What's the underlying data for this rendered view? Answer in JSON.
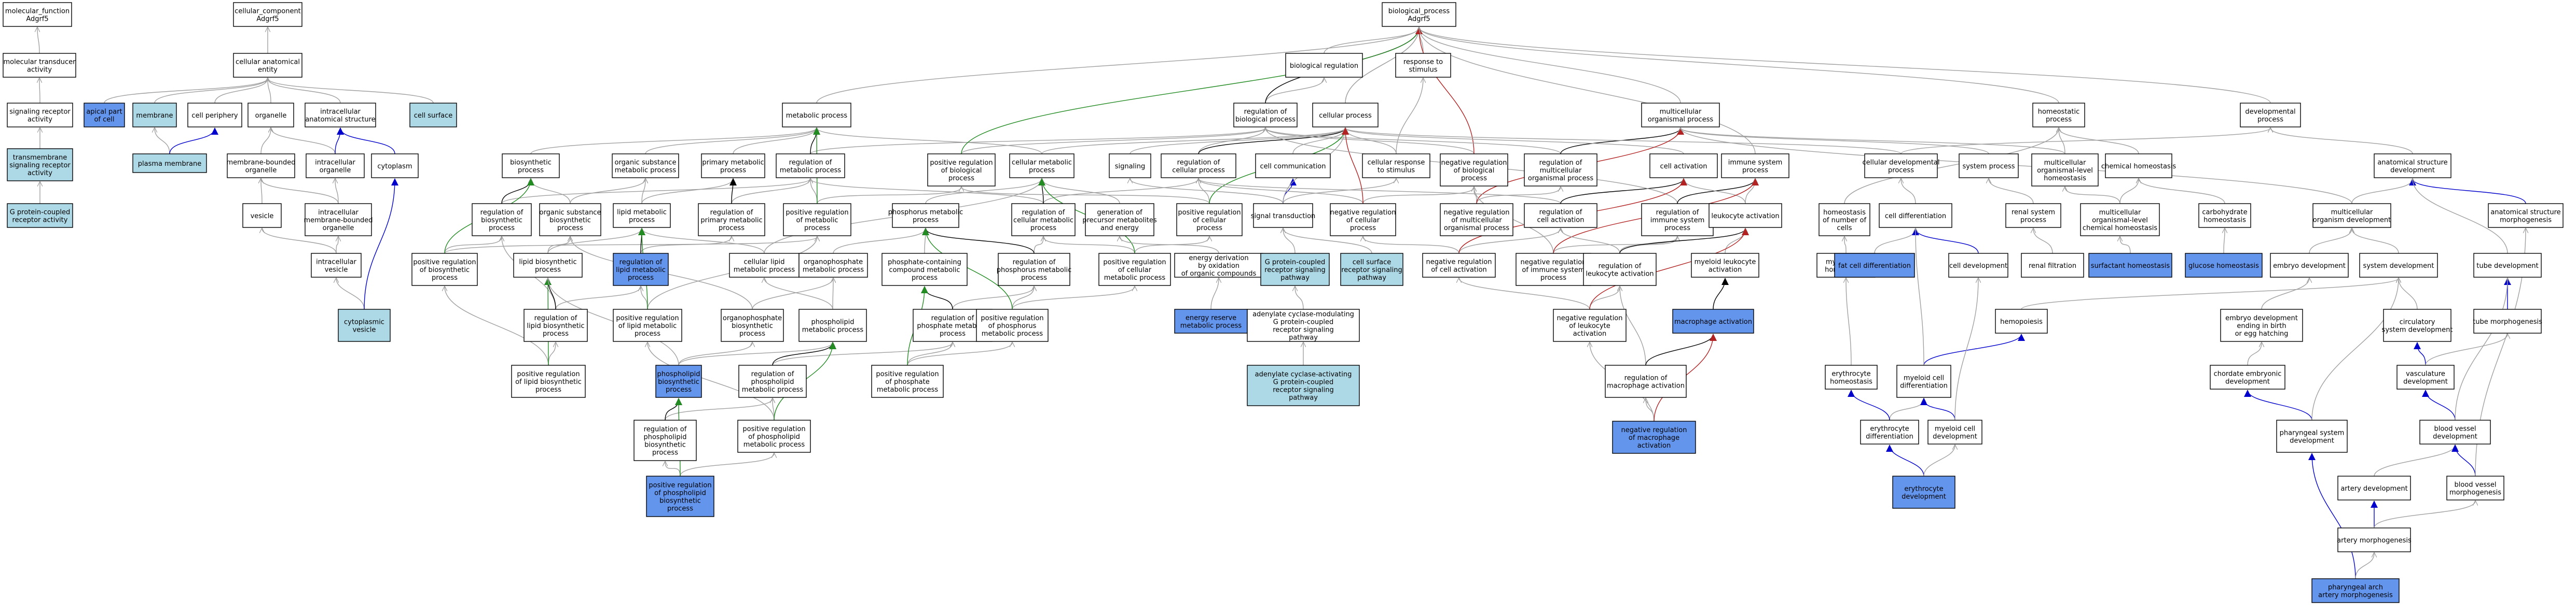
{
  "colors": {
    "normal_fill": "#ffffff",
    "light_fill": "#add8e6",
    "dark_fill": "#6495ed",
    "edge_is_a": "#a0a0a0",
    "edge_part_of": "#0000cc",
    "edge_regulates": "#000000",
    "edge_positively_regulates": "#228b22",
    "edge_negatively_regulates": "#b22222"
  },
  "nodes": [
    {
      "id": "mf",
      "label": [
        "molecular_function",
        "Adgrf5"
      ],
      "style": "normal"
    },
    {
      "id": "mta",
      "label": [
        "molecular transducer",
        "activity"
      ],
      "style": "normal"
    },
    {
      "id": "sra",
      "label": [
        "signaling receptor",
        "activity"
      ],
      "style": "normal"
    },
    {
      "id": "tsra",
      "label": [
        "transmembrane",
        "signaling receptor",
        "activity"
      ],
      "style": "light"
    },
    {
      "id": "gpcr",
      "label": [
        "G protein-coupled",
        "receptor activity"
      ],
      "style": "light"
    },
    {
      "id": "cc",
      "label": [
        "cellular_component",
        "Adgrf5"
      ],
      "style": "normal"
    },
    {
      "id": "cae",
      "label": [
        "cellular anatomical",
        "entity"
      ],
      "style": "normal"
    },
    {
      "id": "apc",
      "label": [
        "apical part",
        "of cell"
      ],
      "style": "dark"
    },
    {
      "id": "mem",
      "label": [
        "membrane"
      ],
      "style": "light"
    },
    {
      "id": "cperi",
      "label": [
        "cell periphery"
      ],
      "style": "normal"
    },
    {
      "id": "pm",
      "label": [
        "plasma membrane"
      ],
      "style": "light"
    },
    {
      "id": "org",
      "label": [
        "organelle"
      ],
      "style": "normal"
    },
    {
      "id": "ias",
      "label": [
        "intracellular",
        "anatomical structure"
      ],
      "style": "normal"
    },
    {
      "id": "csurf",
      "label": [
        "cell surface"
      ],
      "style": "light"
    },
    {
      "id": "mbo",
      "label": [
        "membrane-bounded",
        "organelle"
      ],
      "style": "normal"
    },
    {
      "id": "iorg",
      "label": [
        "intracellular",
        "organelle"
      ],
      "style": "normal"
    },
    {
      "id": "cyto",
      "label": [
        "cytoplasm"
      ],
      "style": "normal"
    },
    {
      "id": "ves",
      "label": [
        "vesicle"
      ],
      "style": "normal"
    },
    {
      "id": "imbo",
      "label": [
        "intracellular",
        "membrane-bounded",
        "organelle"
      ],
      "style": "normal"
    },
    {
      "id": "iv",
      "label": [
        "intracellular",
        "vesicle"
      ],
      "style": "normal"
    },
    {
      "id": "cv",
      "label": [
        "cytoplasmic",
        "vesicle"
      ],
      "style": "light"
    },
    {
      "id": "bp",
      "label": [
        "biological_process",
        "Adgrf5"
      ],
      "style": "normal"
    },
    {
      "id": "breg",
      "label": [
        "biological regulation"
      ],
      "style": "normal"
    },
    {
      "id": "rts",
      "label": [
        "response to",
        "stimulus"
      ],
      "style": "normal"
    },
    {
      "id": "mp",
      "label": [
        "metabolic process"
      ],
      "style": "normal"
    },
    {
      "id": "rbp",
      "label": [
        "regulation of",
        "biological process"
      ],
      "style": "normal"
    },
    {
      "id": "cp",
      "label": [
        "cellular process"
      ],
      "style": "normal"
    },
    {
      "id": "mop",
      "label": [
        "multicellular",
        "organismal process"
      ],
      "style": "normal"
    },
    {
      "id": "hp",
      "label": [
        "homeostatic",
        "process"
      ],
      "style": "normal"
    },
    {
      "id": "dp",
      "label": [
        "developmental",
        "process"
      ],
      "style": "normal"
    },
    {
      "id": "bsp",
      "label": [
        "biosynthetic",
        "process"
      ],
      "style": "normal"
    },
    {
      "id": "osmp",
      "label": [
        "organic substance",
        "metabolic process"
      ],
      "style": "normal"
    },
    {
      "id": "pmp",
      "label": [
        "primary metabolic",
        "process"
      ],
      "style": "normal"
    },
    {
      "id": "rmp",
      "label": [
        "regulation of",
        "metabolic process"
      ],
      "style": "normal"
    },
    {
      "id": "prbp",
      "label": [
        "positive regulation",
        "of biological",
        "process"
      ],
      "style": "normal"
    },
    {
      "id": "cmp",
      "label": [
        "cellular metabolic",
        "process"
      ],
      "style": "normal"
    },
    {
      "id": "sig",
      "label": [
        "signaling"
      ],
      "style": "normal"
    },
    {
      "id": "rcp",
      "label": [
        "regulation of",
        "cellular process"
      ],
      "style": "normal"
    },
    {
      "id": "ccom",
      "label": [
        "cell communication"
      ],
      "style": "normal"
    },
    {
      "id": "crs",
      "label": [
        "cellular response",
        "to stimulus"
      ],
      "style": "normal"
    },
    {
      "id": "nrbp",
      "label": [
        "negative regulation",
        "of biological",
        "process"
      ],
      "style": "normal"
    },
    {
      "id": "rmop",
      "label": [
        "regulation of",
        "multicellular",
        "organismal process"
      ],
      "style": "normal"
    },
    {
      "id": "cact",
      "label": [
        "cell activation"
      ],
      "style": "normal"
    },
    {
      "id": "isp",
      "label": [
        "immune system",
        "process"
      ],
      "style": "normal"
    },
    {
      "id": "cdp",
      "label": [
        "cellular developmental",
        "process"
      ],
      "style": "normal"
    },
    {
      "id": "sysp",
      "label": [
        "system process"
      ],
      "style": "normal"
    },
    {
      "id": "mlh",
      "label": [
        "multicellular",
        "organismal-level",
        "homeostasis"
      ],
      "style": "normal"
    },
    {
      "id": "chh",
      "label": [
        "chemical homeostasis"
      ],
      "style": "normal"
    },
    {
      "id": "asd",
      "label": [
        "anatomical structure",
        "development"
      ],
      "style": "normal"
    },
    {
      "id": "rbsp",
      "label": [
        "regulation of",
        "biosynthetic",
        "process"
      ],
      "style": "normal"
    },
    {
      "id": "osbp",
      "label": [
        "organic substance",
        "biosynthetic",
        "process"
      ],
      "style": "normal"
    },
    {
      "id": "lmp",
      "label": [
        "lipid metabolic",
        "process"
      ],
      "style": "normal"
    },
    {
      "id": "rpmp",
      "label": [
        "regulation of",
        "primary metabolic",
        "process"
      ],
      "style": "normal"
    },
    {
      "id": "prmp",
      "label": [
        "positive regulation",
        "of metabolic",
        "process"
      ],
      "style": "normal"
    },
    {
      "id": "phmp",
      "label": [
        "phosphorus metabolic",
        "process"
      ],
      "style": "normal"
    },
    {
      "id": "rcmp",
      "label": [
        "regulation of",
        "cellular metabolic",
        "process"
      ],
      "style": "normal"
    },
    {
      "id": "gpme",
      "label": [
        "generation of",
        "precursor metabolites",
        "and energy"
      ],
      "style": "normal"
    },
    {
      "id": "prcp",
      "label": [
        "positive regulation",
        "of cellular",
        "process"
      ],
      "style": "normal"
    },
    {
      "id": "st",
      "label": [
        "signal transduction"
      ],
      "style": "normal"
    },
    {
      "id": "nrcp",
      "label": [
        "negative regulation",
        "of cellular",
        "process"
      ],
      "style": "normal"
    },
    {
      "id": "nrmop",
      "label": [
        "negative regulation",
        "of multicellular",
        "organismal process"
      ],
      "style": "normal"
    },
    {
      "id": "rca",
      "label": [
        "regulation of",
        "cell activation"
      ],
      "style": "normal"
    },
    {
      "id": "risp",
      "label": [
        "regulation of",
        "immune system",
        "process"
      ],
      "style": "normal"
    },
    {
      "id": "la",
      "label": [
        "leukocyte activation"
      ],
      "style": "normal"
    },
    {
      "id": "hnc",
      "label": [
        "homeostasis",
        "of number of",
        "cells"
      ],
      "style": "normal"
    },
    {
      "id": "cdiff",
      "label": [
        "cell differentiation"
      ],
      "style": "normal"
    },
    {
      "id": "rsp",
      "label": [
        "renal system",
        "process"
      ],
      "style": "normal"
    },
    {
      "id": "molch",
      "label": [
        "multicellular",
        "organismal-level",
        "chemical homeostasis"
      ],
      "style": "normal"
    },
    {
      "id": "chom",
      "label": [
        "carbohydrate",
        "homeostasis"
      ],
      "style": "normal"
    },
    {
      "id": "mod",
      "label": [
        "multicellular",
        "organism development"
      ],
      "style": "normal"
    },
    {
      "id": "asm",
      "label": [
        "anatomical structure",
        "morphogenesis"
      ],
      "style": "normal"
    },
    {
      "id": "prbsp",
      "label": [
        "positive regulation",
        "of biosynthetic",
        "process"
      ],
      "style": "normal"
    },
    {
      "id": "lbp",
      "label": [
        "lipid biosynthetic",
        "process"
      ],
      "style": "normal"
    },
    {
      "id": "rlmp",
      "label": [
        "regulation of",
        "lipid metabolic",
        "process"
      ],
      "style": "dark"
    },
    {
      "id": "clmp",
      "label": [
        "cellular lipid",
        "metabolic process"
      ],
      "style": "normal"
    },
    {
      "id": "opmp",
      "label": [
        "organophosphate",
        "metabolic process"
      ],
      "style": "normal"
    },
    {
      "id": "pccmp",
      "label": [
        "phosphate-containing",
        "compound metabolic",
        "process"
      ],
      "style": "normal"
    },
    {
      "id": "rphmp",
      "label": [
        "regulation of",
        "phosphorus metabolic",
        "process"
      ],
      "style": "normal"
    },
    {
      "id": "prcmp",
      "label": [
        "positive regulation",
        "of cellular",
        "metabolic process"
      ],
      "style": "normal"
    },
    {
      "id": "edoc",
      "label": [
        "energy derivation",
        "by oxidation",
        "of organic compounds"
      ],
      "style": "normal"
    },
    {
      "id": "gpcrsp",
      "label": [
        "G protein-coupled",
        "receptor signaling",
        "pathway"
      ],
      "style": "light"
    },
    {
      "id": "csrsp",
      "label": [
        "cell surface",
        "receptor signaling",
        "pathway"
      ],
      "style": "light"
    },
    {
      "id": "nrca",
      "label": [
        "negative regulation",
        "of cell activation"
      ],
      "style": "normal"
    },
    {
      "id": "nrisp",
      "label": [
        "negative regulation",
        "of immune system",
        "process"
      ],
      "style": "normal"
    },
    {
      "id": "rla",
      "label": [
        "regulation of",
        "leukocyte activation"
      ],
      "style": "normal"
    },
    {
      "id": "mla",
      "label": [
        "myeloid leukocyte",
        "activation"
      ],
      "style": "normal"
    },
    {
      "id": "mch",
      "label": [
        "myeloid cell",
        "homeostasis"
      ],
      "style": "normal"
    },
    {
      "id": "fcd",
      "label": [
        "fat cell differentiation"
      ],
      "style": "dark"
    },
    {
      "id": "cdev",
      "label": [
        "cell development"
      ],
      "style": "normal"
    },
    {
      "id": "rfilt",
      "label": [
        "renal filtration"
      ],
      "style": "normal"
    },
    {
      "id": "surf",
      "label": [
        "surfactant homeostasis"
      ],
      "style": "dark"
    },
    {
      "id": "glu",
      "label": [
        "glucose homeostasis"
      ],
      "style": "dark"
    },
    {
      "id": "emb",
      "label": [
        "embryo development"
      ],
      "style": "normal"
    },
    {
      "id": "sysd",
      "label": [
        "system development"
      ],
      "style": "normal"
    },
    {
      "id": "td",
      "label": [
        "tube development"
      ],
      "style": "normal"
    },
    {
      "id": "prlbp",
      "label": [
        "regulation of",
        "lipid biosynthetic",
        "process"
      ],
      "style": "normal"
    },
    {
      "id": "prlmp",
      "label": [
        "positive regulation",
        "of lipid metabolic",
        "process"
      ],
      "style": "normal"
    },
    {
      "id": "opbp",
      "label": [
        "organophosphate",
        "biosynthetic",
        "process"
      ],
      "style": "normal"
    },
    {
      "id": "plmp",
      "label": [
        "phospholipid",
        "metabolic process"
      ],
      "style": "normal"
    },
    {
      "id": "rphpmp",
      "label": [
        "regulation of",
        "phosphate metabolic",
        "process"
      ],
      "style": "normal"
    },
    {
      "id": "prphmp",
      "label": [
        "positive regulation",
        "of phosphorus",
        "metabolic process"
      ],
      "style": "normal"
    },
    {
      "id": "erm",
      "label": [
        "energy reserve",
        "metabolic process"
      ],
      "style": "dark"
    },
    {
      "id": "acm",
      "label": [
        "adenylate cyclase-modulating",
        "G protein-coupled",
        "receptor signaling",
        "pathway"
      ],
      "style": "normal"
    },
    {
      "id": "nrla",
      "label": [
        "negative regulation",
        "of leukocyte",
        "activation"
      ],
      "style": "normal"
    },
    {
      "id": "macact",
      "label": [
        "macrophage activation"
      ],
      "style": "dark"
    },
    {
      "id": "hemo",
      "label": [
        "hemopoiesis"
      ],
      "style": "normal"
    },
    {
      "id": "ebeh",
      "label": [
        "embryo development",
        "ending in birth",
        "or egg hatching"
      ],
      "style": "normal"
    },
    {
      "id": "csd",
      "label": [
        "circulatory",
        "system development"
      ],
      "style": "normal"
    },
    {
      "id": "tm",
      "label": [
        "tube morphogenesis"
      ],
      "style": "normal"
    },
    {
      "id": "prlbsp",
      "label": [
        "positive regulation",
        "of lipid biosynthetic",
        "process"
      ],
      "style": "normal"
    },
    {
      "id": "plbp",
      "label": [
        "phospholipid",
        "biosynthetic",
        "process"
      ],
      "style": "dark"
    },
    {
      "id": "rplmp",
      "label": [
        "regulation of",
        "phospholipid",
        "metabolic process"
      ],
      "style": "normal"
    },
    {
      "id": "prphpmp",
      "label": [
        "positive regulation",
        "of phosphate",
        "metabolic process"
      ],
      "style": "normal"
    },
    {
      "id": "aca",
      "label": [
        "adenylate cyclase-activating",
        "G protein-coupled",
        "receptor signaling",
        "pathway"
      ],
      "style": "light"
    },
    {
      "id": "rma",
      "label": [
        "regulation of",
        "macrophage activation"
      ],
      "style": "normal"
    },
    {
      "id": "eh",
      "label": [
        "erythrocyte",
        "homeostasis"
      ],
      "style": "normal"
    },
    {
      "id": "mcd",
      "label": [
        "myeloid cell",
        "differentiation"
      ],
      "style": "normal"
    },
    {
      "id": "ced",
      "label": [
        "chordate embryonic",
        "development"
      ],
      "style": "normal"
    },
    {
      "id": "vd",
      "label": [
        "vasculature",
        "development"
      ],
      "style": "normal"
    },
    {
      "id": "rplbp",
      "label": [
        "regulation of",
        "phospholipid",
        "biosynthetic",
        "process"
      ],
      "style": "normal"
    },
    {
      "id": "pplmp",
      "label": [
        "positive regulation",
        "of phospholipid",
        "metabolic process"
      ],
      "style": "normal"
    },
    {
      "id": "nrma",
      "label": [
        "negative regulation",
        "of macrophage",
        "activation"
      ],
      "style": "dark"
    },
    {
      "id": "ed",
      "label": [
        "erythrocyte",
        "differentiation"
      ],
      "style": "normal"
    },
    {
      "id": "mcdev",
      "label": [
        "myeloid cell",
        "development"
      ],
      "style": "normal"
    },
    {
      "id": "psd",
      "label": [
        "pharyngeal system",
        "development"
      ],
      "style": "normal"
    },
    {
      "id": "bvd",
      "label": [
        "blood vessel",
        "development"
      ],
      "style": "normal"
    },
    {
      "id": "pplbp",
      "label": [
        "positive regulation",
        "of phospholipid",
        "biosynthetic",
        "process"
      ],
      "style": "dark"
    },
    {
      "id": "erydev",
      "label": [
        "erythrocyte",
        "development"
      ],
      "style": "dark"
    },
    {
      "id": "ad",
      "label": [
        "artery development"
      ],
      "style": "normal"
    },
    {
      "id": "bvm",
      "label": [
        "blood vessel",
        "morphogenesis"
      ],
      "style": "normal"
    },
    {
      "id": "am",
      "label": [
        "artery morphogenesis"
      ],
      "style": "normal"
    },
    {
      "id": "paam",
      "label": [
        "pharyngeal arch",
        "artery morphogenesis"
      ],
      "style": "dark"
    }
  ]
}
